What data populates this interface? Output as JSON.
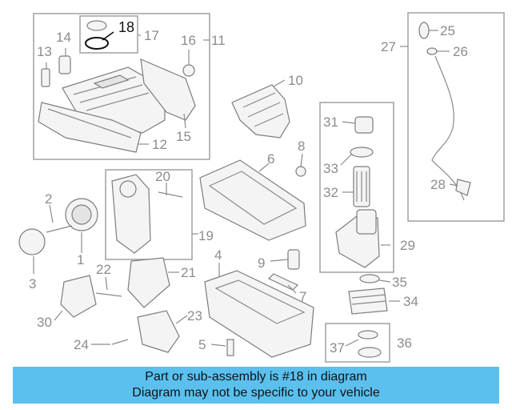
{
  "banner": {
    "line1": "Part or sub-assembly is #18 in diagram",
    "line2": "Diagram may not be specific to your vehicle"
  },
  "highlighted_callout": "18",
  "callouts": {
    "c1": "1",
    "c2": "2",
    "c3": "3",
    "c4": "4",
    "c5": "5",
    "c6": "6",
    "c7": "7",
    "c8": "8",
    "c9": "9",
    "c10": "10",
    "c11": "11",
    "c12": "12",
    "c13": "13",
    "c14": "14",
    "c15": "15",
    "c16": "16",
    "c17": "17",
    "c18": "18",
    "c19": "19",
    "c20": "20",
    "c21": "21",
    "c22": "22",
    "c23": "23",
    "c24": "24",
    "c25": "25",
    "c26": "26",
    "c27": "27",
    "c28": "28",
    "c29": "29",
    "c30": "30",
    "c31": "31",
    "c32": "32",
    "c33": "33",
    "c34": "34",
    "c35": "35",
    "c36": "36",
    "c37": "37"
  },
  "colors": {
    "banner_background": "#5bc0ee",
    "highlight": "#111111",
    "callout_gray": "#8c8c8c"
  }
}
